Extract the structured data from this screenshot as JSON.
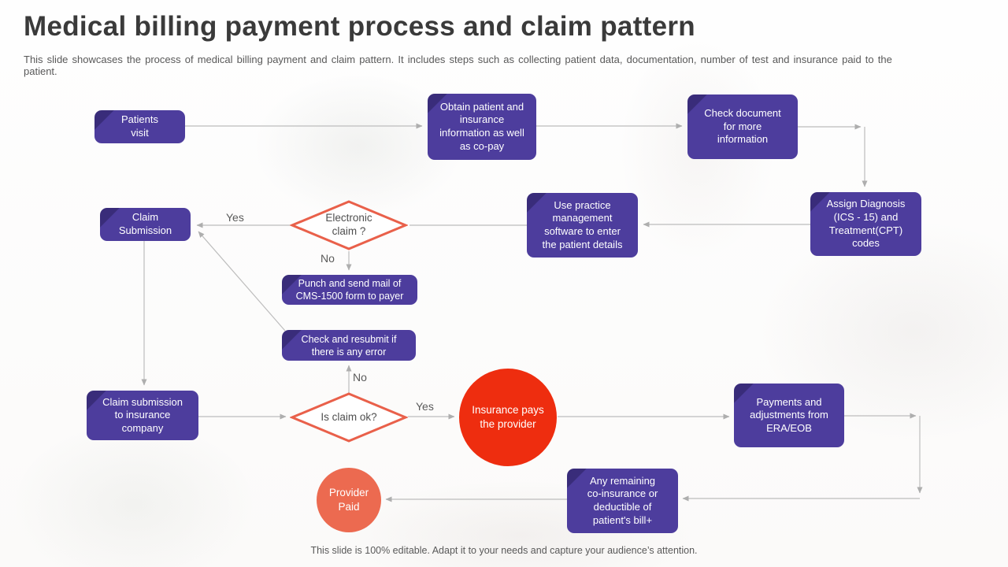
{
  "slide": {
    "title": "Medical billing payment process and claim pattern",
    "description": "This slide showcases the process of medical billing payment and claim pattern. It includes steps such as collecting patient data, documentation, number of test and insurance paid to the patient.",
    "footer": "This slide is 100% editable. Adapt it to your needs and capture your audience’s attention."
  },
  "colors": {
    "box_purple": "#4d3d9d",
    "box_fold_shade": "#3b2f7e",
    "diamond_border": "#e9604a",
    "circle_red": "#ee2d0f",
    "circle_salmon": "#ec6a50",
    "arrow_gray": "#b9b9b9",
    "title_text": "#3a3a3a",
    "body_text": "#595959"
  },
  "flowchart": {
    "nodes": [
      {
        "id": "patients-visit",
        "type": "box",
        "label": "Patients\nvisit"
      },
      {
        "id": "obtain-info",
        "type": "box",
        "label": "Obtain patient and\ninsurance\ninformation as well\nas co-pay"
      },
      {
        "id": "check-document",
        "type": "box",
        "label": "Check document\nfor more\ninformation"
      },
      {
        "id": "assign-codes",
        "type": "box",
        "label": "Assign Diagnosis\n(ICS - 15) and\nTreatment(CPT)\ncodes"
      },
      {
        "id": "use-software",
        "type": "box",
        "label": "Use practice\nmanagement\nsoftware to enter\nthe patient details"
      },
      {
        "id": "electronic-claim",
        "type": "decision",
        "label": "Electronic\nclaim ?"
      },
      {
        "id": "claim-submission",
        "type": "box",
        "label": "Claim\nSubmission"
      },
      {
        "id": "punch-mail",
        "type": "box",
        "label": "Punch and send mail of\nCMS-1500 form to payer"
      },
      {
        "id": "check-resubmit",
        "type": "box",
        "label": "Check and resubmit if\nthere is any error"
      },
      {
        "id": "claim-to-insurance",
        "type": "box",
        "label": "Claim submission\nto insurance\ncompany"
      },
      {
        "id": "is-claim-ok",
        "type": "decision",
        "label": "Is claim ok?"
      },
      {
        "id": "insurance-pays",
        "type": "circle",
        "label": "Insurance pays\nthe provider"
      },
      {
        "id": "payments-era",
        "type": "box",
        "label": "Payments and\nadjustments from\nERA/EOB"
      },
      {
        "id": "any-remaining",
        "type": "box",
        "label": "Any remaining\nco-insurance or\ndeductible of\npatient's bill+"
      },
      {
        "id": "provider-paid",
        "type": "circle",
        "label": "Provider\nPaid"
      }
    ],
    "decision_labels": [
      {
        "id": "electronic-yes",
        "text": "Yes"
      },
      {
        "id": "electronic-no",
        "text": "No"
      },
      {
        "id": "claimok-no",
        "text": "No"
      },
      {
        "id": "claimok-yes",
        "text": "Yes"
      }
    ]
  }
}
